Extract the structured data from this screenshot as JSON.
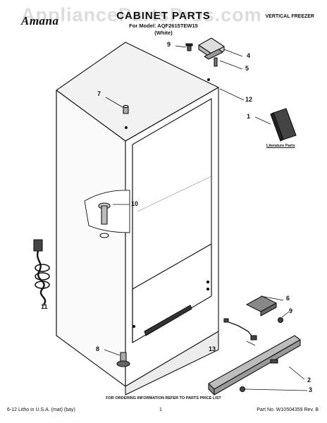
{
  "header": {
    "brand": "Amana",
    "title": "CABINET PARTS",
    "model_line": "For Model: AQF2615TEW15",
    "color": "(White)",
    "appliance_type": "VERTICAL FREEZER",
    "watermark": "AppliancePartsPros.com"
  },
  "callouts": [
    {
      "id": "1",
      "label": "1"
    },
    {
      "id": "2",
      "label": "2"
    },
    {
      "id": "3",
      "label": "3"
    },
    {
      "id": "4",
      "label": "4"
    },
    {
      "id": "5",
      "label": "5"
    },
    {
      "id": "6",
      "label": "6"
    },
    {
      "id": "7",
      "label": "7"
    },
    {
      "id": "8",
      "label": "8"
    },
    {
      "id": "9a",
      "label": "9"
    },
    {
      "id": "9b",
      "label": "9"
    },
    {
      "id": "10",
      "label": "10"
    },
    {
      "id": "11",
      "label": "11"
    },
    {
      "id": "12",
      "label": "12"
    },
    {
      "id": "13",
      "label": "13"
    }
  ],
  "literature_label": "Literature Parts",
  "footer": {
    "ordering_note": "FOR ORDERING INFORMATION REFER TO PARTS PRICE LIST",
    "print_info": "6-12 Litho in U.S.A. (mat) (bay)",
    "page_number": "1",
    "part_number": "Part No. W10504359 Rev. B"
  }
}
